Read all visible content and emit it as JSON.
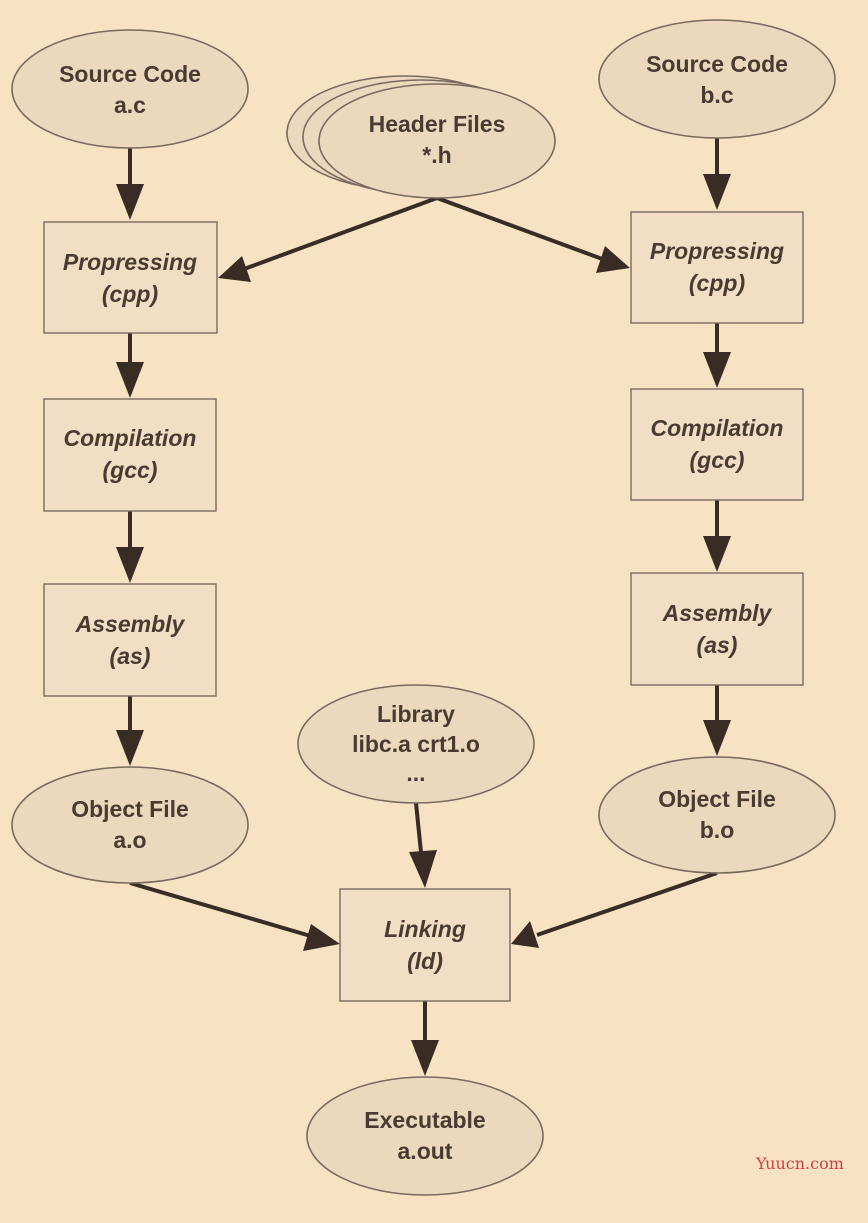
{
  "nodes": {
    "source_a": {
      "line1": "Source Code",
      "line2": "a.c"
    },
    "source_b": {
      "line1": "Source Code",
      "line2": "b.c"
    },
    "headers": {
      "line1": "Header Files",
      "line2": "*.h"
    },
    "pre_a": {
      "line1": "Propressing",
      "line2": "(cpp)"
    },
    "pre_b": {
      "line1": "Propressing",
      "line2": "(cpp)"
    },
    "comp_a": {
      "line1": "Compilation",
      "line2": "(gcc)"
    },
    "comp_b": {
      "line1": "Compilation",
      "line2": "(gcc)"
    },
    "asm_a": {
      "line1": "Assembly",
      "line2": "(as)"
    },
    "asm_b": {
      "line1": "Assembly",
      "line2": "(as)"
    },
    "obj_a": {
      "line1": "Object File",
      "line2": "a.o"
    },
    "obj_b": {
      "line1": "Object File",
      "line2": "b.o"
    },
    "library": {
      "line1": "Library",
      "line2": "libc.a crt1.o",
      "line3": "..."
    },
    "link": {
      "line1": "Linking",
      "line2": "(ld)"
    },
    "exe": {
      "line1": "Executable",
      "line2": "a.out"
    }
  },
  "edges": [
    [
      "source_a",
      "pre_a"
    ],
    [
      "headers",
      "pre_a"
    ],
    [
      "headers",
      "pre_b"
    ],
    [
      "source_b",
      "pre_b"
    ],
    [
      "pre_a",
      "comp_a"
    ],
    [
      "comp_a",
      "asm_a"
    ],
    [
      "asm_a",
      "obj_a"
    ],
    [
      "pre_b",
      "comp_b"
    ],
    [
      "comp_b",
      "asm_b"
    ],
    [
      "asm_b",
      "obj_b"
    ],
    [
      "obj_a",
      "link"
    ],
    [
      "library",
      "link"
    ],
    [
      "obj_b",
      "link"
    ],
    [
      "link",
      "exe"
    ]
  ],
  "watermark": "Yuucn.com",
  "colors": {
    "background": "#f7e3c4",
    "node_fill": "#ecd8bc",
    "edge": "#3a2c25",
    "text": "#4a3a31",
    "watermark": "#d23f3f"
  }
}
